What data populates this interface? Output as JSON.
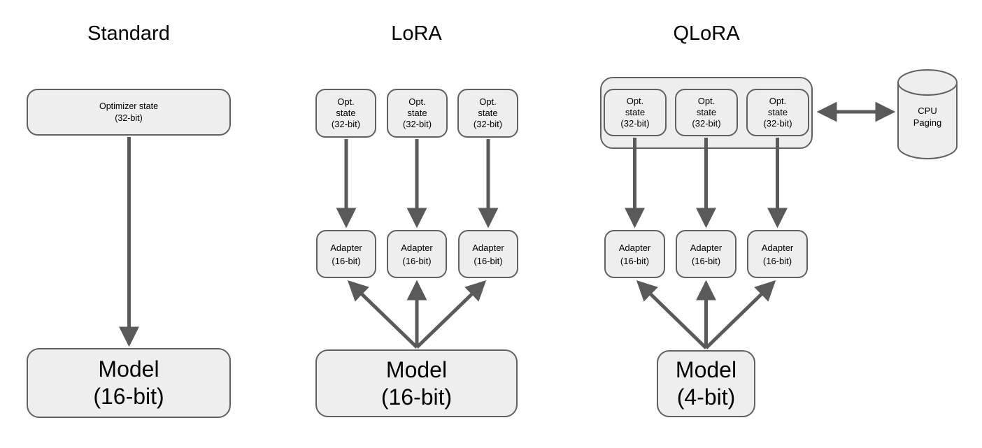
{
  "titles": {
    "standard": "Standard",
    "lora": "LoRA",
    "qlora": "QLoRA"
  },
  "standard": {
    "optimizer_label": "Optimizer state\n(32-bit)",
    "model_label": "Model\n(16-bit)"
  },
  "lora": {
    "opt_state_labels": [
      "Opt.\nstate\n(32-bit)",
      "Opt.\nstate\n(32-bit)",
      "Opt.\nstate\n(32-bit)"
    ],
    "adapter_labels": [
      "Adapter\n(16-bit)",
      "Adapter\n(16-bit)",
      "Adapter\n(16-bit)"
    ],
    "model_label": "Model\n(16-bit)"
  },
  "qlora": {
    "opt_state_labels": [
      "Opt.\nstate\n(32-bit)",
      "Opt.\nstate\n(32-bit)",
      "Opt.\nstate\n(32-bit)"
    ],
    "adapter_labels": [
      "Adapter\n(16-bit)",
      "Adapter\n(16-bit)",
      "Adapter\n(16-bit)"
    ],
    "model_label": "Model\n(4-bit)",
    "cpu_paging_label": "CPU\nPaging"
  },
  "colors": {
    "background": "#ffffff",
    "box_fill": "#eeeeee",
    "box_border": "#616161",
    "arrow": "#5a5a5a",
    "text": "#000000"
  }
}
